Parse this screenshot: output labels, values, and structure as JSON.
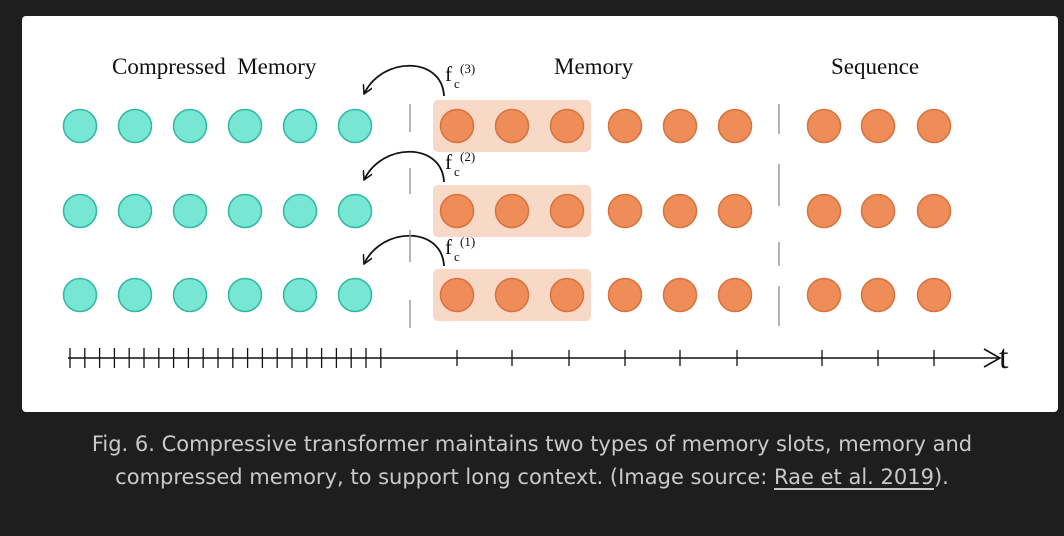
{
  "diagram": {
    "labels": {
      "compressed_memory": "Compressed  Memory",
      "memory": "Memory",
      "sequence": "Sequence",
      "axis_t": "t"
    },
    "functions": [
      {
        "base": "f",
        "sub": "c",
        "sup": "(3)"
      },
      {
        "base": "f",
        "sub": "c",
        "sup": "(2)"
      },
      {
        "base": "f",
        "sub": "c",
        "sup": "(1)"
      }
    ],
    "rows": 3,
    "compressed_memory_slots_per_row": 6,
    "memory_slots_per_row": 6,
    "highlighted_memory_slots_per_row": 3,
    "sequence_slots_per_row": 3,
    "colors": {
      "compressed_memory": "#77e6d3",
      "compressed_memory_stroke": "#2fb7a3",
      "memory": "#ee8d58",
      "memory_stroke": "#d8723d",
      "highlight": "#f8d9c8",
      "divider": "#9a9a9a"
    }
  },
  "caption": {
    "text_before": "Fig. 6. Compressive transformer maintains two types of memory slots, memory and compressed memory, to support long context. (Image source: ",
    "link_text": "Rae et al. 2019",
    "text_after": ")."
  }
}
